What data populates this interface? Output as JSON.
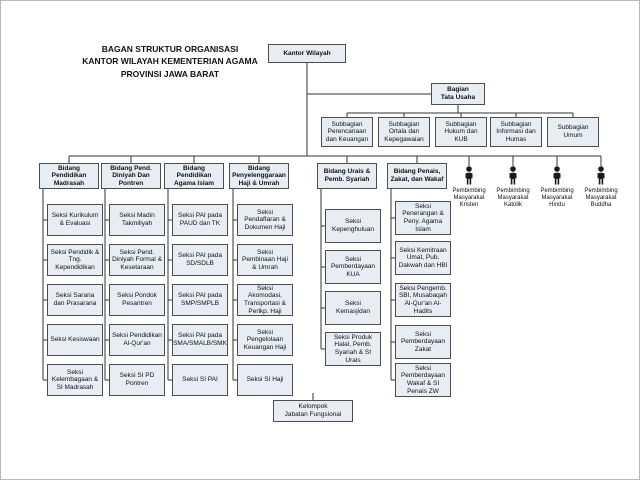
{
  "title": {
    "lines": [
      "BAGAN STRUKTUR ORGANISASI",
      "KANTOR WILAYAH KEMENTERIAN AGAMA",
      "PROVINSI JAWA BARAT"
    ]
  },
  "nodes": {
    "root": "Kantor Wilayah",
    "tata_usaha_lines": [
      "Bagian",
      "Tata Usaha"
    ],
    "kelompok_lines": [
      "Kelompok",
      "Jabatan Fungsional"
    ]
  },
  "subbagian": [
    "Subbagian Perencanaan dan Keuangan",
    "Subbagian Ortala dan Kepegawaian",
    "Subbagian Hukum dan KUB",
    "Subbagian Informasi dan Humas",
    "Subbagian Umum"
  ],
  "columns": [
    {
      "header": "Bidang Pendidikan Madrasah",
      "seksi": [
        "Seksi Kurikulum & Evaluasi",
        "Seksi Pendidik & Tng. Kependidikan",
        "Seksi Sarana dan Prasarana",
        "Seksi Kesiswaan",
        "Seksi Kelembagaan & SI Madrasah"
      ]
    },
    {
      "header": "Bidang Pend. Diniyah Dan Pontren",
      "seksi": [
        "Seksi Madin Takmiliyah",
        "Seksi Pend. Diniyah Formal & Kesetaraan",
        "Seksi Pondok Pesantren",
        "Seksi Pendidikan Al-Qur'an",
        "Seksi SI PD Pontren"
      ]
    },
    {
      "header": "Bidang Pendidikan Agama Islam",
      "seksi": [
        "Seksi PAI pada PAUD dan TK",
        "Seksi PAI pada SD/SDLB",
        "Seksi PAI pada SMP/SMPLB",
        "Seksi PAI pada SMA/SMALB/SMK",
        "Seksi SI PAI"
      ]
    },
    {
      "header": "Bidang Penyelenggaraan Haji & Umrah",
      "seksi": [
        "Seksi Pendaftaran & Dokumen Haji",
        "Seksi Pembinaan Haji & Umrah",
        "Seksi Akomodasi, Transportasi & Perlkp. Haji",
        "Seksi Pengelolaan Keuangan Haji",
        "Seksi SI Haji"
      ]
    },
    {
      "header": "Bidang Urais & Pemb. Syariah",
      "seksi": [
        "Seksi Kepenghuluan",
        "Seksi Pemberdayaan KUA",
        "Seksi Kemasjidan",
        "Seksi Produk Halal, Pemb. Syariah & SI Urais"
      ]
    },
    {
      "header": "Bidang Penais, Zakat, dan Wakaf",
      "seksi": [
        "Seksi Penerangan & Peny. Agama Islam",
        "Seksi Kemitraan Umat, Pub. Dakwah dan HBI",
        "Seksi Pengemb. SBI, Musabaqah Al-Qur'an Al-Hadits",
        "Seksi Pemberdayaan Zakat",
        "Seksi Pemberdayaan Wakaf & SI Penais ZW"
      ]
    }
  ],
  "pembimbing": [
    "Pembimbing Masyarakat Kristen",
    "Pembimbing Masyarakat Katolik",
    "Pembimbing Masyarakat Hindu",
    "Pembimbing Masyarakat Buddha"
  ],
  "colors": {
    "box_fill": "#e8edf3",
    "box_border": "#4d4d4d",
    "line": "#333333",
    "person": "#1a1a1a"
  }
}
